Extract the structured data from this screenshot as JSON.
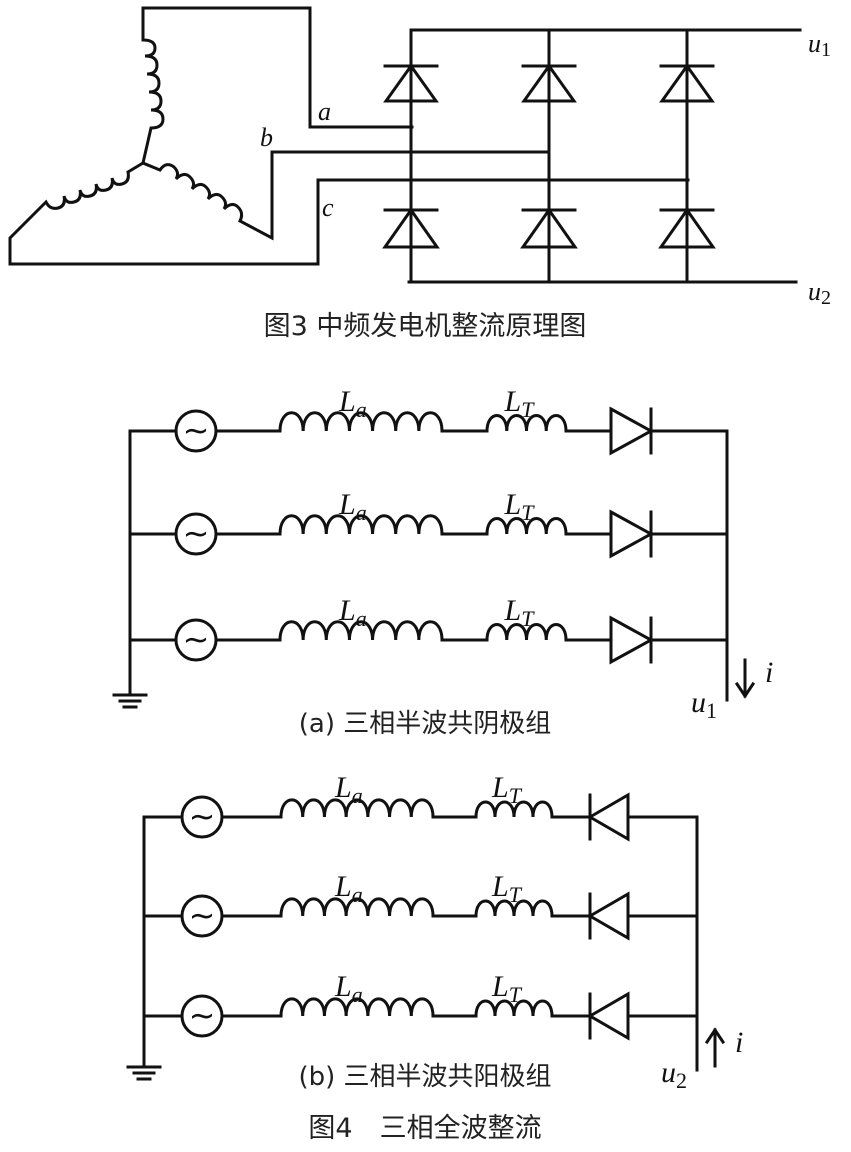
{
  "figure3": {
    "caption": "图3 中频发电机整流原理图",
    "phase_labels": {
      "a": "a",
      "b": "b",
      "c": "c"
    },
    "output_labels": {
      "top": {
        "base": "u",
        "sub": "1"
      },
      "bottom": {
        "base": "u",
        "sub": "2"
      }
    },
    "bridge": {
      "columns": 3,
      "diodes_per_column": 2
    }
  },
  "figure4": {
    "caption": "图4　三相全波整流",
    "panels": [
      {
        "id": "a",
        "caption": "(a) 三相半波共阴极组",
        "branches": 3,
        "diode_direction": "right",
        "inductor1": {
          "base": "L",
          "sub": "a"
        },
        "inductor2": {
          "base": "L",
          "sub": "T"
        },
        "output": {
          "base": "u",
          "sub": "1"
        },
        "current": {
          "label": "i",
          "arrow": "down"
        }
      },
      {
        "id": "b",
        "caption": "(b) 三相半波共阳极组",
        "branches": 3,
        "diode_direction": "left",
        "inductor1": {
          "base": "L",
          "sub": "a"
        },
        "inductor2": {
          "base": "L",
          "sub": "T"
        },
        "output": {
          "base": "u",
          "sub": "2"
        },
        "current": {
          "label": "i",
          "arrow": "up"
        }
      }
    ]
  },
  "source_symbol": "~"
}
